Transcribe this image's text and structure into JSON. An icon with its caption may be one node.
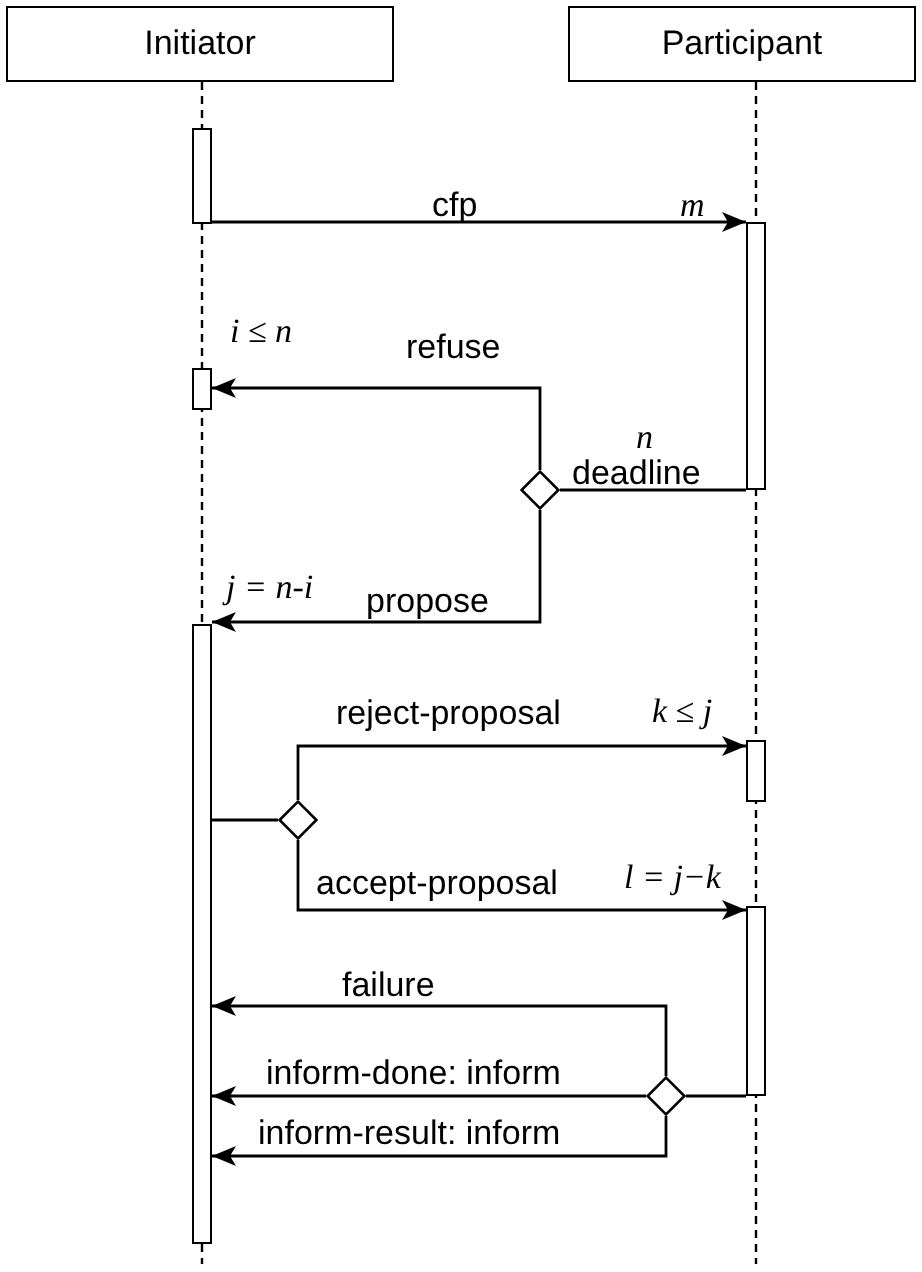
{
  "diagram": {
    "nodes": [
      {
        "text": [
          "Initiator"
        ]
      },
      {
        "text": [
          "Participant"
        ]
      },
      {
        "text": [],
        "shape": "bar"
      },
      {
        "text": [],
        "shape": "bar"
      },
      {
        "text": [],
        "shape": "bar"
      },
      {
        "text": [],
        "shape": "diamond"
      },
      {
        "text": [],
        "shape": "bar"
      },
      {
        "text": [],
        "shape": "diamond"
      },
      {
        "text": [],
        "shape": "bar"
      },
      {
        "text": [],
        "shape": "bar"
      },
      {
        "text": [],
        "shape": "diamond"
      }
    ],
    "edges": [
      {
        "from": 2,
        "to": 3,
        "arrow": "to",
        "label": "cfp"
      },
      {
        "from": 3,
        "to": 5,
        "arrow": "none",
        "label": "deadline"
      },
      {
        "from": 5,
        "to": 4,
        "arrow": "to",
        "label": "refuse"
      },
      {
        "from": 5,
        "to": 6,
        "arrow": "to",
        "label": "propose"
      },
      {
        "from": 6,
        "to": 7,
        "arrow": "none"
      },
      {
        "from": 7,
        "to": 8,
        "arrow": "to",
        "label": "reject-proposal"
      },
      {
        "from": 7,
        "to": 9,
        "arrow": "to",
        "label": "accept-proposal"
      },
      {
        "from": 9,
        "to": 10,
        "arrow": "none"
      },
      {
        "from": 10,
        "to": 6,
        "arrow": "to",
        "label": "failure"
      },
      {
        "from": 10,
        "to": 6,
        "arrow": "to",
        "label": "inform-done: inform"
      },
      {
        "from": 10,
        "to": 6,
        "arrow": "to",
        "label": "inform-result: inform"
      }
    ],
    "labels": [
      "m",
      "i ≤ n",
      "n",
      "j = n-i",
      "k ≤ j",
      "l = j−k"
    ]
  }
}
